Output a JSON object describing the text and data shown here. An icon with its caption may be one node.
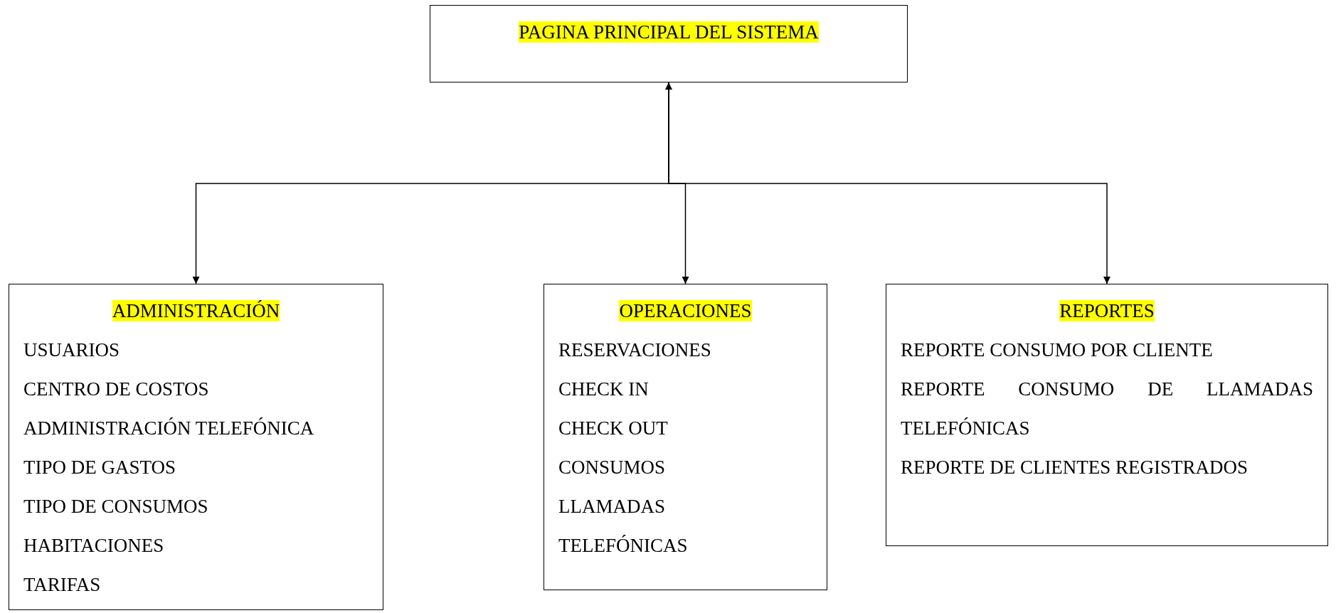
{
  "diagram": {
    "nodes": [
      {
        "text": [
          "PAGINA PRINCIPAL DEL SISTEMA"
        ]
      },
      {
        "text": [
          "ADMINISTRACIÓN",
          "USUARIOS",
          "CENTRO DE COSTOS",
          "ADMINISTRACIÓN TELEFÓNICA",
          "TIPO DE GASTOS",
          "TIPO DE CONSUMOS",
          "HABITACIONES",
          "TARIFAS"
        ]
      },
      {
        "text": [
          "OPERACIONES",
          "RESERVACIONES",
          "CHECK IN",
          "CHECK OUT",
          "CONSUMOS",
          "LLAMADAS",
          "TELEFÓNICAS"
        ]
      },
      {
        "text": [
          "REPORTES",
          "REPORTE CONSUMO POR CLIENTE",
          "REPORTE CONSUMO DE LLAMADAS TELEFÓNICAS",
          "REPORTE DE CLIENTES REGISTRADOS"
        ]
      }
    ],
    "edges": [
      {
        "from": 0,
        "to": 1,
        "arrow": "to"
      },
      {
        "from": 0,
        "to": 2,
        "arrow": "both"
      },
      {
        "from": 0,
        "to": 3,
        "arrow": "to"
      }
    ]
  }
}
